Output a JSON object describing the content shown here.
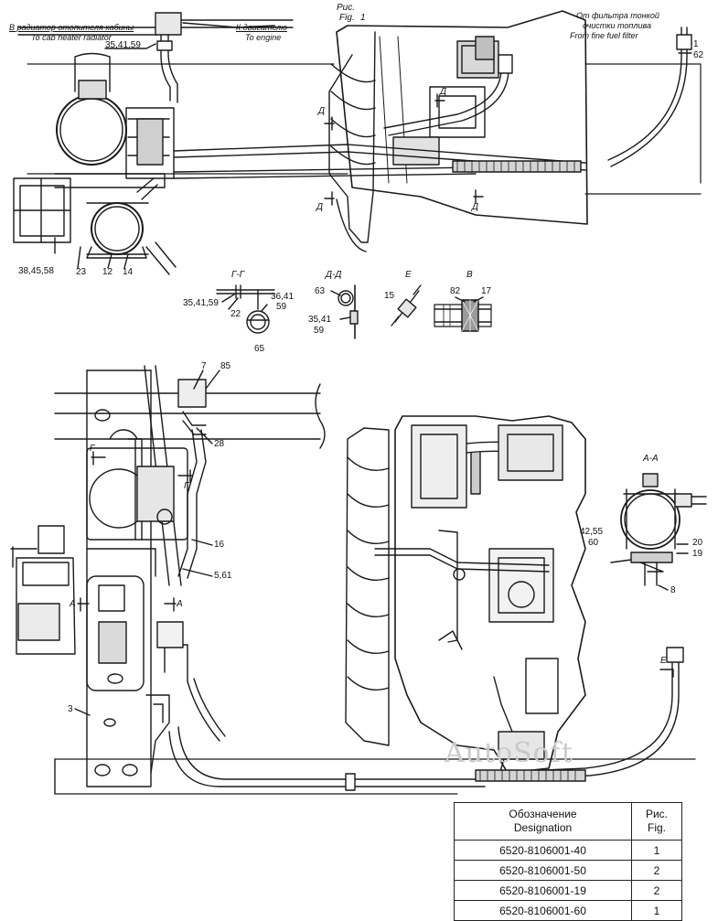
{
  "figure": {
    "label_ru": "Рис.",
    "label_en": "Fig.",
    "number": "1"
  },
  "top_notes": {
    "to_heater_ru": "В радиатор отопителя кабины",
    "to_heater_en": "To cab heater radiator",
    "to_engine_ru": "К двигателю",
    "to_engine_en": "To engine",
    "from_filter_ru_1": "От фильтра тонкой",
    "from_filter_ru_2": "очистки топлива",
    "from_filter_en": "From fine fuel filter"
  },
  "callouts": {
    "c_35_41_59_top": "35,41,59",
    "c_1": "1",
    "c_62": "62",
    "c_38_45_58": "38,45,58",
    "c_23": "23",
    "c_12": "12",
    "c_14": "14",
    "c_35_41_59_gg": "35,41,59",
    "c_22": "22",
    "c_36_41": "36,41",
    "c_59_gg": "59",
    "c_65": "65",
    "c_63": "63",
    "c_35_41_dd": "35,41",
    "c_59_dd": "59",
    "c_15": "15",
    "c_82": "82",
    "c_17": "17",
    "c_7": "7",
    "c_85": "85",
    "c_28": "28",
    "c_16": "16",
    "c_5_61": "5,61",
    "c_3": "3",
    "c_42_55": "42,55",
    "c_60": "60",
    "c_20": "20",
    "c_19": "19",
    "c_8": "8"
  },
  "section_marks": {
    "d": "Д",
    "g": "Г",
    "a": "А",
    "e": "Е",
    "gg": "Г-Г",
    "dd": "Д-Д",
    "e_view": "Е",
    "v_view": "В",
    "aa": "А-А"
  },
  "watermark": "AutoSoft",
  "spec_table": {
    "header_designation_ru": "Обозначение",
    "header_designation_en": "Designation",
    "header_fig_ru": "Рис.",
    "header_fig_en": "Fig.",
    "rows": [
      {
        "designation": "6520-8106001-40",
        "fig": "1"
      },
      {
        "designation": "6520-8106001-50",
        "fig": "2"
      },
      {
        "designation": "6520-8106001-19",
        "fig": "2"
      },
      {
        "designation": "6520-8106001-60",
        "fig": "1"
      }
    ]
  }
}
